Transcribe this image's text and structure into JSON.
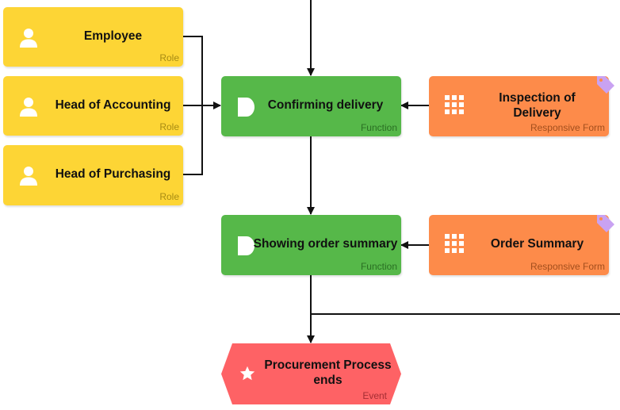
{
  "nodes": {
    "employee": {
      "label": "Employee",
      "type": "Role"
    },
    "head_accounting": {
      "label": "Head of Accounting",
      "type": "Role"
    },
    "head_purchasing": {
      "label": "Head of Purchasing",
      "type": "Role"
    },
    "confirming_delivery": {
      "label": "Confirming delivery",
      "type": "Function"
    },
    "inspection_delivery": {
      "label": "Inspection of Delivery",
      "type": "Responsive Form"
    },
    "showing_order_summary": {
      "label": "Showing order summary",
      "type": "Function"
    },
    "order_summary": {
      "label": "Order Summary",
      "type": "Responsive Form"
    },
    "procurement_ends": {
      "label": "Procurement Process ends",
      "type": "Event"
    }
  },
  "icons": {
    "role": "user-icon",
    "function": "play-icon",
    "form": "grid-icon",
    "event": "star-icon",
    "tag": "tag-icon"
  },
  "colors": {
    "role": "#fdd535",
    "function": "#56b849",
    "form": "#fd8b4a",
    "event": "#fe6265",
    "tag": "#c9a2f2",
    "connector": "#111111"
  }
}
